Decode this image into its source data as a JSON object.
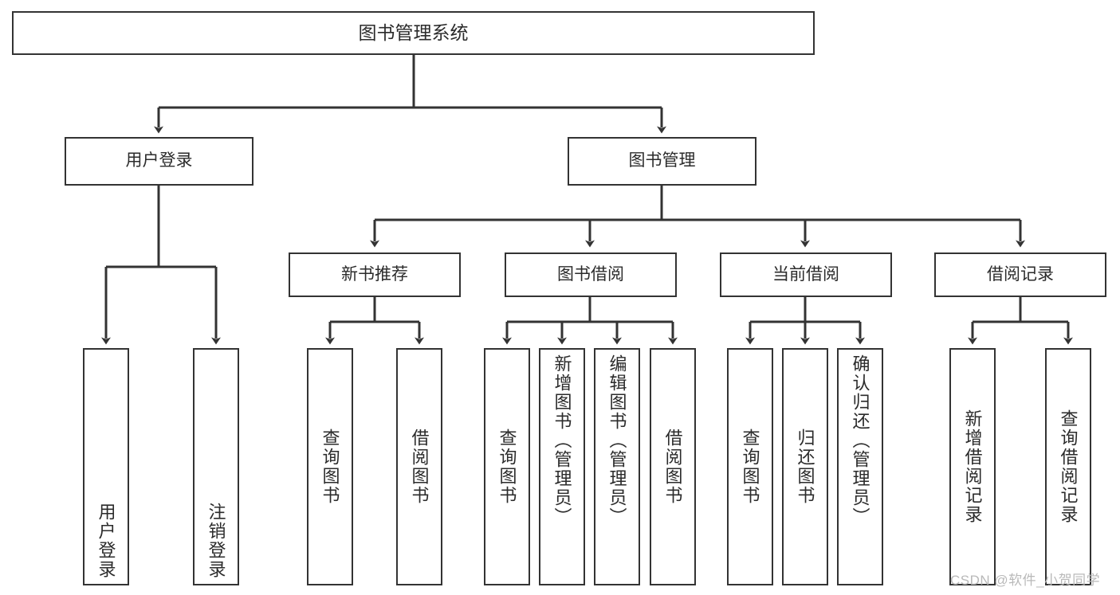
{
  "diagram": {
    "title": "图书管理系统",
    "type": "hierarchy-tree",
    "root": {
      "label": "图书管理系统"
    },
    "level2": [
      {
        "label": "用户登录"
      },
      {
        "label": "图书管理"
      }
    ],
    "level3": [
      {
        "label": "新书推荐"
      },
      {
        "label": "图书借阅"
      },
      {
        "label": "当前借阅"
      },
      {
        "label": "借阅记录"
      }
    ],
    "leaves": [
      {
        "label": "用户登录"
      },
      {
        "label": "注销登录"
      },
      {
        "label": "查询图书"
      },
      {
        "label": "借阅图书"
      },
      {
        "label": "查询图书"
      },
      {
        "label": "新增图书（管理员）"
      },
      {
        "label": "编辑图书（管理员）"
      },
      {
        "label": "借阅图书"
      },
      {
        "label": "查询图书"
      },
      {
        "label": "归还图书"
      },
      {
        "label": "确认归还（管理员）"
      },
      {
        "label": "新增借阅记录"
      },
      {
        "label": "查询借阅记录"
      }
    ],
    "colors": {
      "border": "#333333",
      "text": "#2b2b2b",
      "background": "#ffffff",
      "watermark": "#b9b9b9"
    }
  },
  "watermark": {
    "text": "CSDN @软件_小贺同学"
  }
}
